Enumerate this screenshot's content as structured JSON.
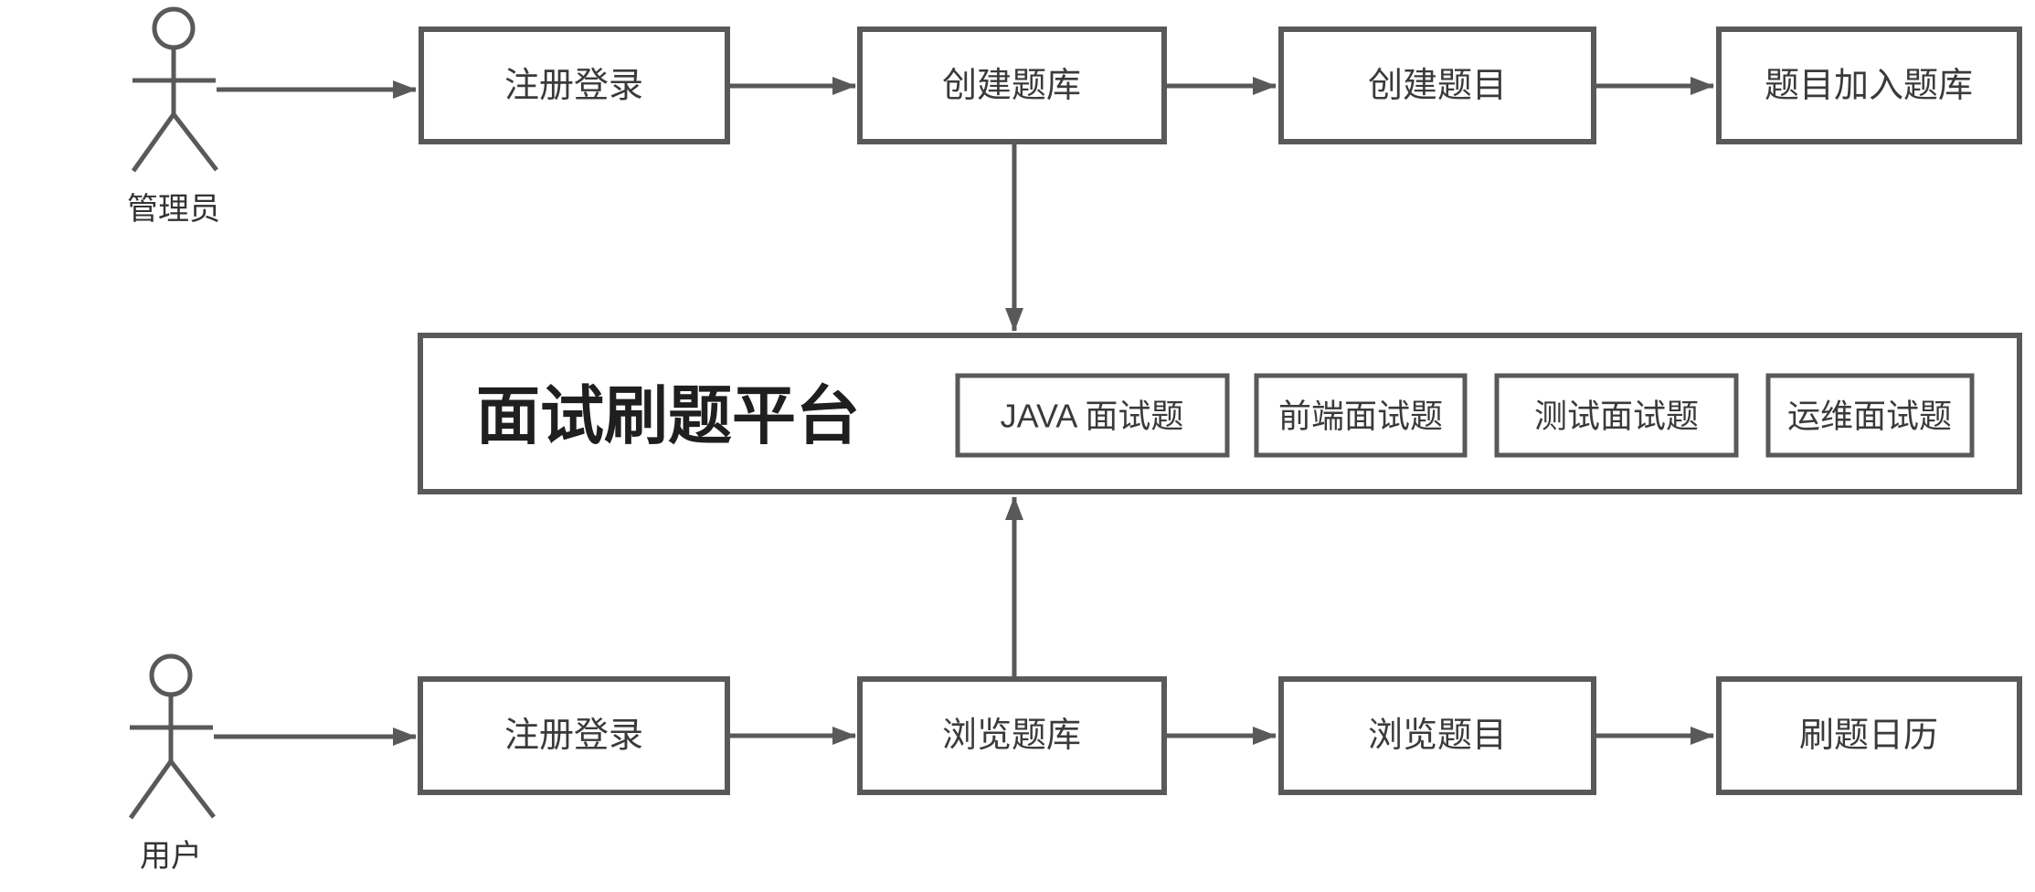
{
  "diagram": {
    "admin": {
      "actor_label": "管理员",
      "steps": [
        {
          "label": "注册登录"
        },
        {
          "label": "创建题库"
        },
        {
          "label": "创建题目"
        },
        {
          "label": "题目加入题库"
        }
      ]
    },
    "user": {
      "actor_label": "用户",
      "steps": [
        {
          "label": "注册登录"
        },
        {
          "label": "浏览题库"
        },
        {
          "label": "浏览题目"
        },
        {
          "label": "刷题日历"
        }
      ]
    },
    "platform": {
      "title": "面试刷题平台",
      "categories": [
        {
          "label": "JAVA 面试题"
        },
        {
          "label": "前端面试题"
        },
        {
          "label": "测试面试题"
        },
        {
          "label": "运维面试题"
        }
      ]
    },
    "colors": {
      "line": "#595959",
      "node_text": "#3a3a3a",
      "title_text": "#1f1f1f",
      "background": "#ffffff"
    }
  }
}
